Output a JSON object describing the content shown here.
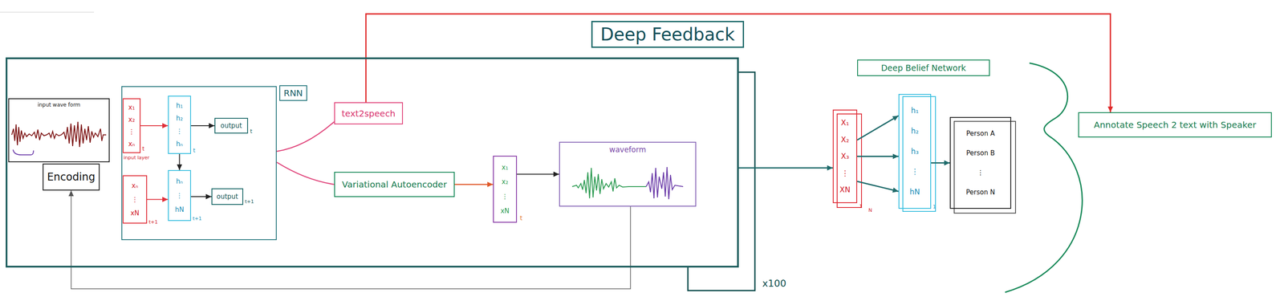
{
  "diagram": {
    "nodes": [
      {
        "text": [
          "Deep Feedback"
        ]
      },
      {
        "text": [
          "input wave form"
        ],
        "in": 0
      },
      {
        "text": [
          "Encoding"
        ],
        "in": 0
      },
      {
        "text": [
          "RNN"
        ],
        "in": 0
      },
      {
        "text": [
          "x₁",
          "x₂",
          "⋮",
          "xₙ"
        ],
        "in": 3
      },
      {
        "text": [
          "h₁",
          "h₂",
          "⋮",
          "hₙ"
        ],
        "in": 3
      },
      {
        "text": [
          "output"
        ],
        "in": 3
      },
      {
        "text": [
          "xₙ",
          "⋮",
          "xN"
        ],
        "in": 3
      },
      {
        "text": [
          "hₙ",
          "⋮",
          "hN"
        ],
        "in": 3
      },
      {
        "text": [
          "output"
        ],
        "in": 3
      },
      {
        "text": [
          "text2speech"
        ],
        "in": 0
      },
      {
        "text": [
          "Variational Autoencoder"
        ],
        "in": 0
      },
      {
        "text": [
          "x₁",
          "x₂",
          "⋮",
          "xN"
        ],
        "in": 0
      },
      {
        "text": [
          "waveform"
        ],
        "in": 0
      },
      {
        "text": [
          "Deep Belief Network"
        ]
      },
      {
        "text": [
          "X₁",
          "X₂",
          "X₃",
          "⋮",
          "XN"
        ]
      },
      {
        "text": [
          "h₁",
          "h₂",
          "h₃",
          "⋮",
          "hN"
        ]
      },
      {
        "text": [
          "Person A",
          "Person B",
          "⋮",
          "Person N"
        ]
      },
      {
        "text": [
          "Annotate Speech 2 text with Speaker"
        ]
      }
    ],
    "edges": [
      {
        "from": 4,
        "to": 5,
        "arrow": "to"
      },
      {
        "from": 5,
        "to": 6,
        "arrow": "to"
      },
      {
        "from": 5,
        "to": 8,
        "arrow": "to"
      },
      {
        "from": 7,
        "to": 8,
        "arrow": "to"
      },
      {
        "from": 8,
        "to": 9,
        "arrow": "to"
      },
      {
        "from": 3,
        "to": 10,
        "arrow": "none"
      },
      {
        "from": 3,
        "to": 11,
        "arrow": "none"
      },
      {
        "from": 11,
        "to": 12,
        "arrow": "to"
      },
      {
        "from": 12,
        "to": 13,
        "arrow": "to"
      },
      {
        "from": 13,
        "to": 2,
        "arrow": "to"
      },
      {
        "from": 10,
        "to": 18,
        "arrow": "to"
      },
      {
        "from": 0,
        "to": 15,
        "arrow": "to"
      },
      {
        "from": 15,
        "to": 16,
        "arrow": "to"
      },
      {
        "from": 16,
        "to": 17,
        "arrow": "to"
      }
    ],
    "labels": [
      "t",
      "input layer",
      "t",
      "t",
      "t+1",
      "t+1",
      "t+1",
      "t",
      "x100",
      "1",
      "N",
      "1"
    ]
  }
}
